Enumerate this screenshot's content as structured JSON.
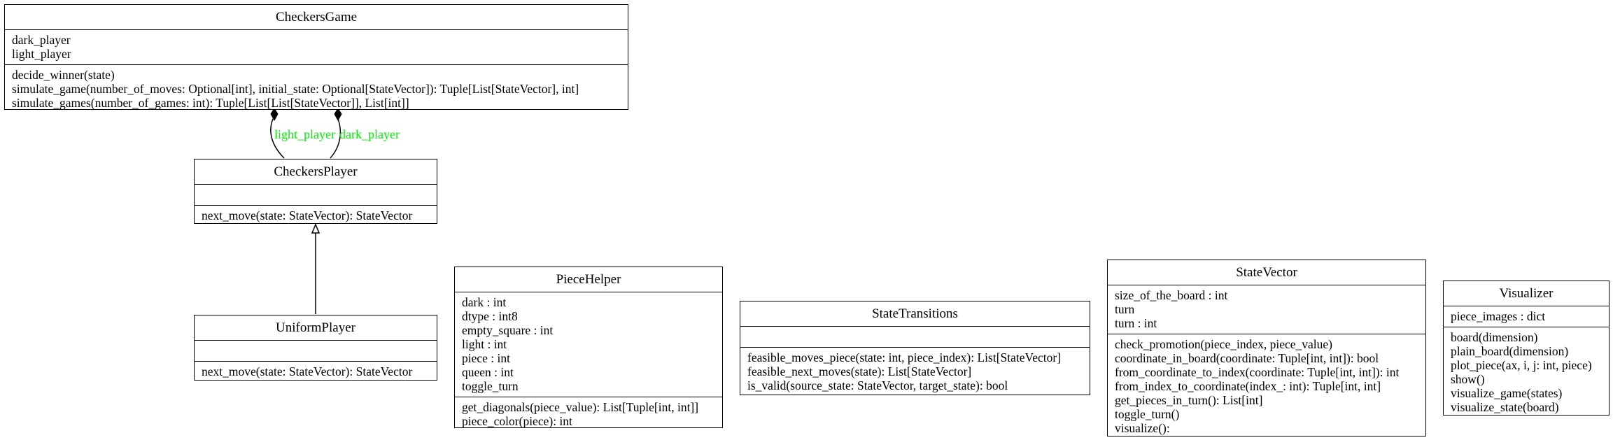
{
  "classes": {
    "checkers_game": {
      "name": "CheckersGame",
      "attributes": [
        "dark_player",
        "light_player"
      ],
      "methods": [
        "decide_winner(state)",
        "simulate_game(number_of_moves: Optional[int], initial_state: Optional[StateVector]): Tuple[List[StateVector], int]",
        "simulate_games(number_of_games: int): Tuple[List[List[StateVector]], List[int]]"
      ]
    },
    "checkers_player": {
      "name": "CheckersPlayer",
      "attributes": [],
      "methods": [
        "next_move(state: StateVector): StateVector"
      ]
    },
    "uniform_player": {
      "name": "UniformPlayer",
      "attributes": [],
      "methods": [
        "next_move(state: StateVector): StateVector"
      ]
    },
    "piece_helper": {
      "name": "PieceHelper",
      "attributes": [
        "dark : int",
        "dtype : int8",
        "empty_square : int",
        "light : int",
        "piece : int",
        "queen : int",
        "toggle_turn"
      ],
      "methods": [
        "get_diagonals(piece_value): List[Tuple[int, int]]",
        "piece_color(piece): int"
      ]
    },
    "state_transitions": {
      "name": "StateTransitions",
      "attributes": [],
      "methods": [
        "feasible_moves_piece(state: int, piece_index): List[StateVector]",
        "feasible_next_moves(state): List[StateVector]",
        "is_valid(source_state: StateVector, target_state): bool"
      ]
    },
    "state_vector": {
      "name": "StateVector",
      "attributes": [
        "size_of_the_board : int",
        "turn",
        "turn : int"
      ],
      "methods": [
        "check_promotion(piece_index, piece_value)",
        "coordinate_in_board(coordinate: Tuple[int, int]): bool",
        "from_coordinate_to_index(coordinate: Tuple[int, int]): int",
        "from_index_to_coordinate(index_: int): Tuple[int, int]",
        "get_pieces_in_turn(): List[int]",
        "toggle_turn()",
        "visualize():"
      ]
    },
    "visualizer": {
      "name": "Visualizer",
      "attributes": [
        "piece_images : dict"
      ],
      "methods": [
        "board(dimension)",
        "plain_board(dimension)",
        "plot_piece(ax, i, j: int, piece)",
        "show()",
        "visualize_game(states)",
        "visualize_state(board)"
      ]
    }
  },
  "relations": {
    "light_player": {
      "label": "light_player",
      "kind": "composition",
      "from": "CheckersGame",
      "to": "CheckersPlayer"
    },
    "dark_player": {
      "label": "dark_player",
      "kind": "composition",
      "from": "CheckersGame",
      "to": "CheckersPlayer"
    },
    "inheritance": {
      "kind": "generalization",
      "from": "UniformPlayer",
      "to": "CheckersPlayer"
    }
  },
  "colors": {
    "line": "#000000",
    "label": "#00ee00",
    "background": "#ffffff"
  }
}
